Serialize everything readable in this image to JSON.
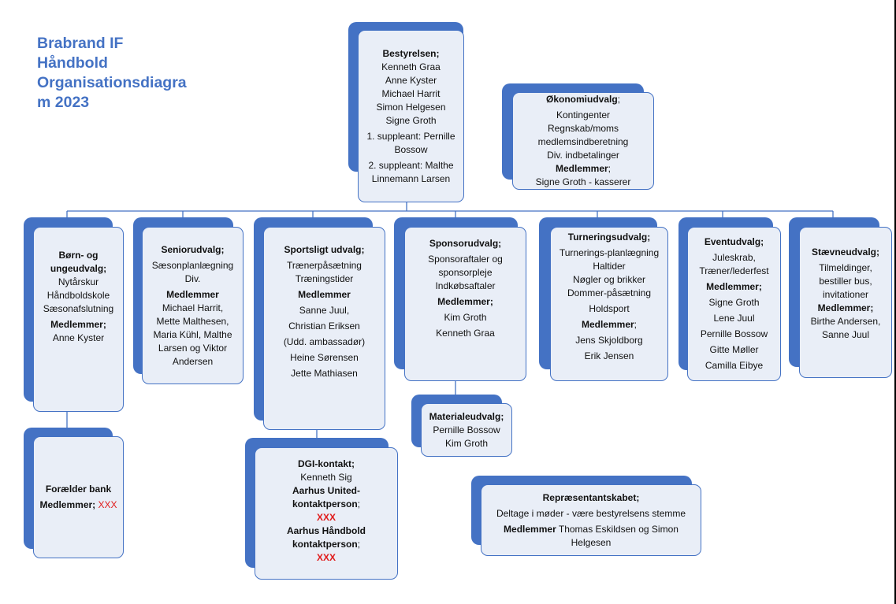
{
  "title_lines": [
    "Brabrand IF",
    "Håndbold",
    "Organisationsdiagra",
    "m 2023"
  ],
  "bestyrelsen": {
    "heading": "Bestyrelsen;",
    "members": [
      "Kenneth Graa",
      "Anne Kyster",
      "Michael Harrit",
      "Simon Helgesen",
      "Signe Groth"
    ],
    "suppleant1": "1. suppleant: Pernille Bossow",
    "suppleant2": "2. suppleant: Malthe Linnemann Larsen"
  },
  "okonomi": {
    "heading": "Økonomiudvalg",
    "heading_suffix": ";",
    "tasks": [
      "Kontingenter",
      "Regnskab/moms",
      "medlemsindberetning",
      "Div. indbetalinger"
    ],
    "members_heading": "Medlemmer",
    "members_suffix": ";",
    "members": "Signe Groth - kasserer"
  },
  "born": {
    "heading": "Børn- og ungeudvalg;",
    "tasks": [
      "Nytårskur",
      "Håndboldskole",
      "Sæsonafslutning"
    ],
    "members_heading": "Medlemmer;",
    "members": "Anne Kyster"
  },
  "senior": {
    "heading": "Seniorudvalg;",
    "tasks": [
      "Sæsonplanlægning",
      "Div."
    ],
    "members_heading": "Medlemmer",
    "members": "Michael Harrit, Mette Malthesen, Maria Kühl, Malthe Larsen og Viktor Andersen"
  },
  "sport": {
    "heading": "Sportsligt udvalg;",
    "tasks": [
      "Trænerpåsætning",
      "Træningstider"
    ],
    "members_heading": "Medlemmer",
    "members": [
      "Sanne Juul,",
      "Christian Eriksen",
      "(Udd. ambassadør)",
      "Heine Sørensen",
      "Jette Mathiasen"
    ]
  },
  "sponsor": {
    "heading": "Sponsorudvalg;",
    "tasks": [
      "Sponsoraftaler og sponsorpleje",
      "Indkøbsaftaler"
    ],
    "members_heading": "Medlemmer;",
    "members": [
      "Kim Groth",
      "Kenneth Graa"
    ]
  },
  "turnering": {
    "heading": "Turneringsudvalg;",
    "tasks": [
      "Turnerings-planlægning",
      "Haltider",
      "Nøgler og brikker",
      "Dommer-påsætning",
      "Holdsport"
    ],
    "members_heading": "Medlemmer",
    "members_suffix": ";",
    "members": [
      "Jens Skjoldborg",
      "Erik Jensen"
    ]
  },
  "event": {
    "heading": "Eventudvalg;",
    "tasks": [
      "Juleskrab,",
      "Træner/lederfest"
    ],
    "members_heading": "Medlemmer;",
    "members": [
      "Signe Groth",
      "Lene Juul",
      "Pernille Bossow",
      "Gitte Møller",
      "Camilla Eibye"
    ]
  },
  "staevne": {
    "heading": "Stævneudvalg;",
    "tasks": [
      "Tilmeldinger,",
      "bestiller bus,",
      "invitationer"
    ],
    "members_heading": "Medlemmer;",
    "members": "Birthe Andersen, Sanne Juul"
  },
  "foraelder": {
    "heading": "Forælder bank",
    "members_heading": "Medlemmer;",
    "members": "XXX"
  },
  "materiale": {
    "heading": "Materialeudvalg;",
    "members": [
      "Pernille Bossow",
      "Kim Groth"
    ]
  },
  "dgi": {
    "heading": "DGI-kontakt;",
    "contact": "Kenneth Sig",
    "aarhus_united_heading": "Aarhus United-kontaktperson",
    "aarhus_united_suffix": ";",
    "aarhus_united_value": "XXX",
    "aarhus_haandbold_heading": "Aarhus Håndbold kontaktperson",
    "aarhus_haandbold_suffix": ";",
    "aarhus_haandbold_value": "XXX"
  },
  "repraesentant": {
    "heading": "Repræsentantskabet;",
    "text": "Deltage i møder - være bestyrelsens stemme",
    "members_heading": "Medlemmer",
    "members": "Thomas Eskildsen og Simon Helgesen"
  },
  "colors": {
    "accent": "#4472c4",
    "card_fill": "#e9eef7",
    "red": "#e01b1b"
  }
}
